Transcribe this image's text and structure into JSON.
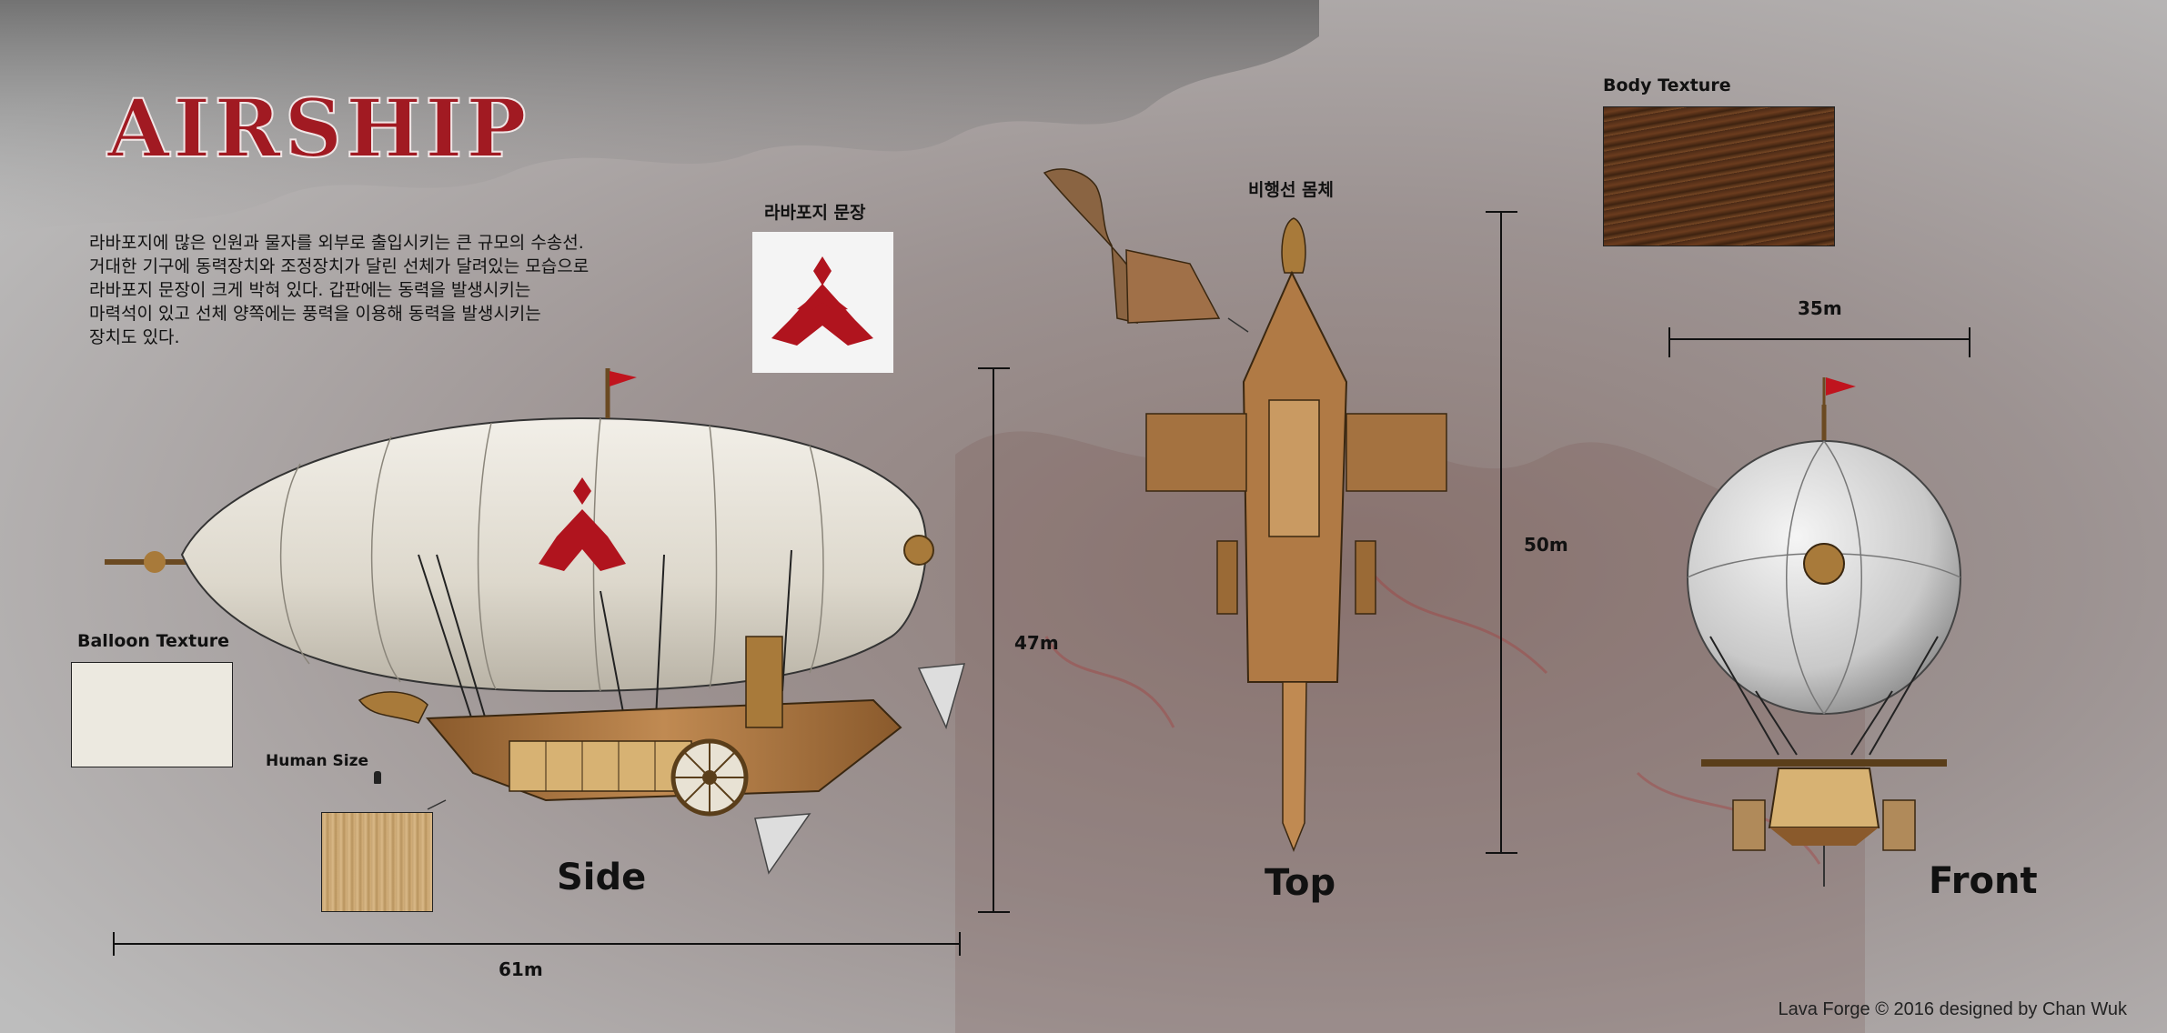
{
  "title": "AIRSHIP",
  "description_lines": [
    "라바포지에 많은 인원과 물자를 외부로 출입시키는 큰 규모의 수송선.",
    "거대한 기구에 동력장치와 조정장치가 달린 선체가 달려있는 모습으로",
    "라바포지 문장이 크게 박혀 있다. 갑판에는 동력을 발생시키는",
    "마력석이 있고 선체 양쪽에는 풍력을 이용해 동력을 발생시키는",
    "장치도 있다."
  ],
  "labels": {
    "emblem": "라바포지 문장",
    "hull": "비행선 몸체",
    "body_texture": "Body Texture",
    "balloon_texture": "Balloon Texture",
    "human_size": "Human Size"
  },
  "views": {
    "side": "Side",
    "top": "Top",
    "front": "Front"
  },
  "dimensions": {
    "side_length": "61m",
    "side_height": "47m",
    "top_length": "50m",
    "front_width": "35m"
  },
  "credit": "Lava Forge © 2016 designed by Chan Wuk",
  "colors": {
    "emblem_red": "#b0141e",
    "wood": "#b07a45",
    "balloon": "#e8e4da",
    "ink": "#111111"
  }
}
